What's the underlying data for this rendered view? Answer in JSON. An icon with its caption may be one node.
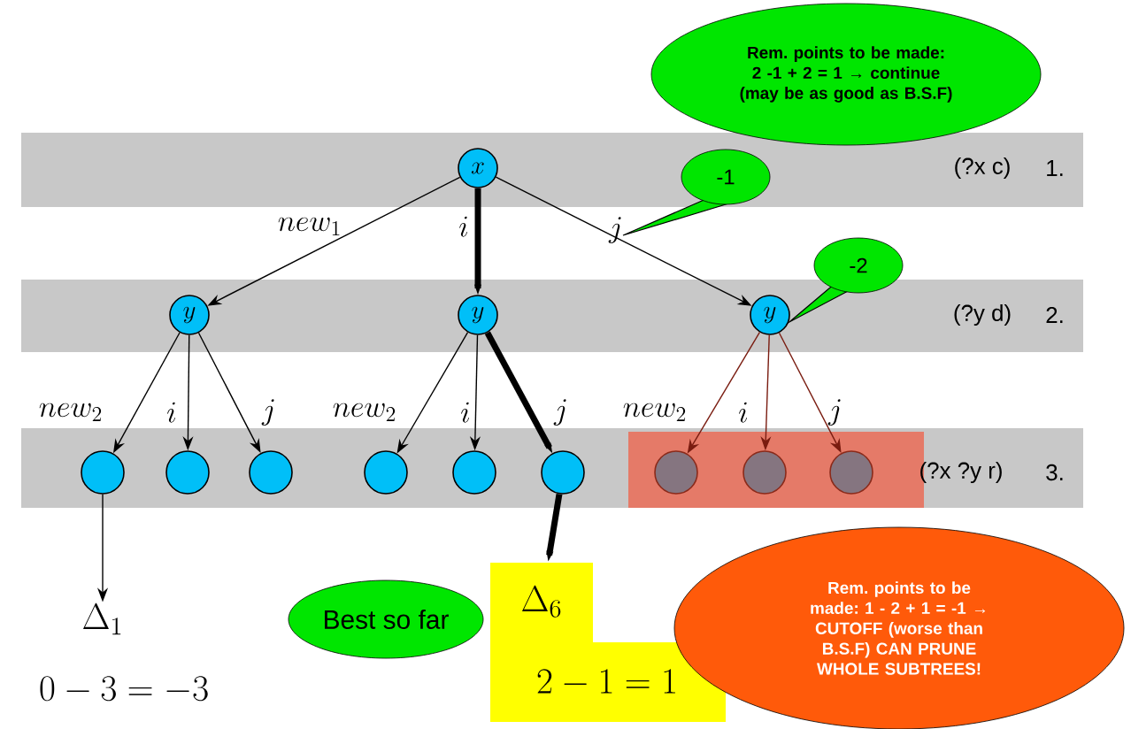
{
  "diagram": {
    "nodes": [
      {
        "text": [
          "x"
        ]
      },
      {
        "text": [
          "y"
        ]
      },
      {
        "text": [
          "y"
        ]
      },
      {
        "text": [
          "y"
        ]
      },
      {
        "text": [],
        "shape": "circle"
      },
      {
        "text": [],
        "shape": "circle"
      },
      {
        "text": [],
        "shape": "circle"
      },
      {
        "text": [],
        "shape": "circle"
      },
      {
        "text": [],
        "shape": "circle"
      },
      {
        "text": [],
        "shape": "circle"
      },
      {
        "text": [],
        "shape": "circle"
      },
      {
        "text": [],
        "shape": "circle"
      },
      {
        "text": [],
        "shape": "circle"
      },
      {
        "text": [
          "\\Delta_1"
        ],
        "beside": [
          "0 - 3 = -3"
        ]
      },
      {
        "text": [
          "\\Delta_6",
          "2 - 1 = 1"
        ]
      },
      {
        "text": [
          "Best so far"
        ]
      },
      {
        "text": [
          "Rem. points to be made: 2 -1 + 2 = 1 → continue (may be as good as B.S.F)"
        ]
      },
      {
        "text": [
          "-1"
        ]
      },
      {
        "text": [
          "-2"
        ]
      },
      {
        "text": [
          "Rem. points to be made: 1 - 2 + 1 = -1 → CUTOFF (worse than B.S.F) CAN PRUNE WHOLE SUBTREES!"
        ]
      }
    ],
    "edges": [
      {
        "from": 0,
        "to": 1,
        "arrow": "to",
        "label": "new_1"
      },
      {
        "from": 0,
        "to": 2,
        "arrow": "to",
        "label": "i",
        "style": "thick"
      },
      {
        "from": 0,
        "to": 3,
        "arrow": "to",
        "label": "j"
      },
      {
        "from": 1,
        "to": 4,
        "arrow": "to",
        "label": "new_2"
      },
      {
        "from": 1,
        "to": 5,
        "arrow": "to",
        "label": "i"
      },
      {
        "from": 1,
        "to": 6,
        "arrow": "to",
        "label": "j"
      },
      {
        "from": 2,
        "to": 7,
        "arrow": "to",
        "label": "new_2"
      },
      {
        "from": 2,
        "to": 8,
        "arrow": "to",
        "label": "i"
      },
      {
        "from": 2,
        "to": 9,
        "arrow": "to",
        "label": "j",
        "style": "thick"
      },
      {
        "from": 3,
        "to": 10,
        "arrow": "to",
        "label": "new_2",
        "color": "#7a1c10"
      },
      {
        "from": 3,
        "to": 11,
        "arrow": "to",
        "label": "i",
        "color": "#7a1c10"
      },
      {
        "from": 3,
        "to": 12,
        "arrow": "to",
        "label": "j",
        "color": "#7a1c10"
      },
      {
        "from": 4,
        "to": 13,
        "arrow": "to"
      },
      {
        "from": 9,
        "to": 14,
        "arrow": "to",
        "style": "thick"
      }
    ],
    "labels": [
      "(?x c)",
      "1.",
      "(?y d)",
      "2.",
      "(?x ?y r)",
      "3."
    ]
  }
}
